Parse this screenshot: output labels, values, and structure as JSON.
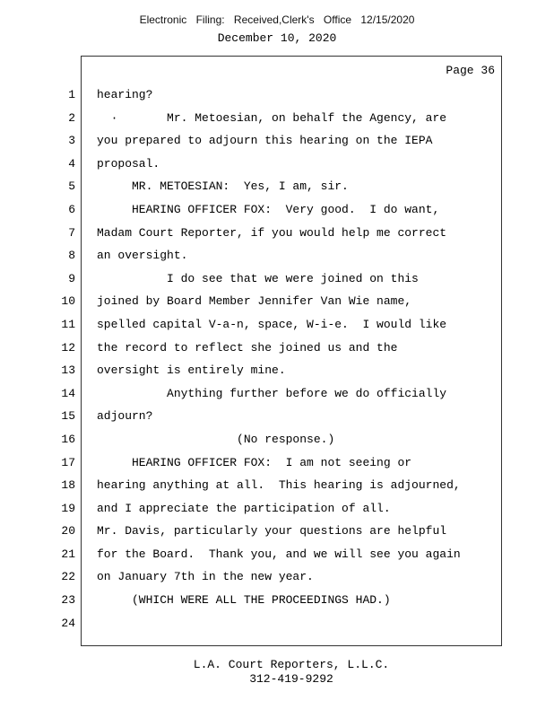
{
  "stamp": {
    "efiling": "Electronic Filing: Received,Clerk's Office 12/15/2020",
    "hearing_date": "December 10, 2020"
  },
  "transcript": {
    "page_label": "Page 36",
    "lines": [
      {
        "num": "1",
        "text": "hearing?"
      },
      {
        "num": "2",
        "text": "  ·       Mr. Metoesian, on behalf the Agency, are"
      },
      {
        "num": "3",
        "text": "you prepared to adjourn this hearing on the IEPA"
      },
      {
        "num": "4",
        "text": "proposal."
      },
      {
        "num": "5",
        "text": "     MR. METOESIAN:  Yes, I am, sir."
      },
      {
        "num": "6",
        "text": "     HEARING OFFICER FOX:  Very good.  I do want,"
      },
      {
        "num": "7",
        "text": "Madam Court Reporter, if you would help me correct"
      },
      {
        "num": "8",
        "text": "an oversight."
      },
      {
        "num": "9",
        "text": "          I do see that we were joined on this"
      },
      {
        "num": "10",
        "text": "joined by Board Member Jennifer Van Wie name,"
      },
      {
        "num": "11",
        "text": "spelled capital V-a-n, space, W-i-e.  I would like"
      },
      {
        "num": "12",
        "text": "the record to reflect she joined us and the"
      },
      {
        "num": "13",
        "text": "oversight is entirely mine."
      },
      {
        "num": "14",
        "text": "          Anything further before we do officially"
      },
      {
        "num": "15",
        "text": "adjourn?"
      },
      {
        "num": "16",
        "text": "                    (No response.)"
      },
      {
        "num": "17",
        "text": "     HEARING OFFICER FOX:  I am not seeing or"
      },
      {
        "num": "18",
        "text": "hearing anything at all.  This hearing is adjourned,"
      },
      {
        "num": "19",
        "text": "and I appreciate the participation of all."
      },
      {
        "num": "20",
        "text": "Mr. Davis, particularly your questions are helpful"
      },
      {
        "num": "21",
        "text": "for the Board.  Thank you, and we will see you again"
      },
      {
        "num": "22",
        "text": "on January 7th in the new year."
      },
      {
        "num": "23",
        "text": "     (WHICH WERE ALL THE PROCEEDINGS HAD.)"
      },
      {
        "num": "24",
        "text": ""
      }
    ]
  },
  "footer": {
    "company": "L.A. Court Reporters, L.L.C.",
    "phone": "312-419-9292"
  }
}
